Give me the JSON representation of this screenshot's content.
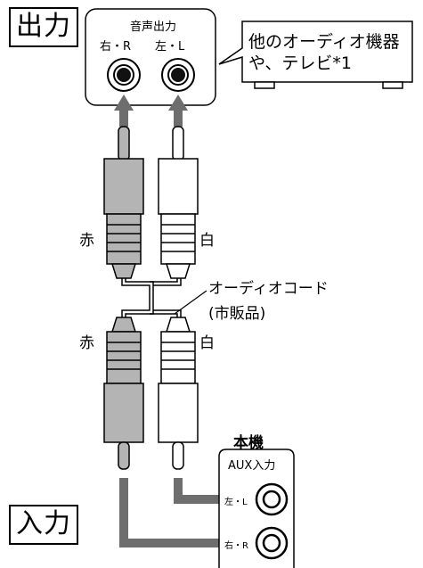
{
  "output_label": "出力",
  "input_label": "入力",
  "source_device": {
    "panel_title": "音声出力",
    "right_jack_label": "右・R",
    "left_jack_label": "左・L",
    "device_name_line1": "他のオーディオ機器",
    "device_name_line2": "や、テレビ*1"
  },
  "cable": {
    "red_label_top": "赤",
    "white_label_top": "白",
    "red_label_bottom": "赤",
    "white_label_bottom": "白",
    "name_line1": "オーディオコード",
    "name_line2": "(市販品)"
  },
  "unit": {
    "title": "本機",
    "panel_title": "AUX入力",
    "left_jack_label": "左・L",
    "right_jack_label": "右・R"
  },
  "colors": {
    "red_plug": "#b4b4b4",
    "white_plug": "#ffffff",
    "arrow": "#6e6e6e",
    "line": "#000000"
  }
}
